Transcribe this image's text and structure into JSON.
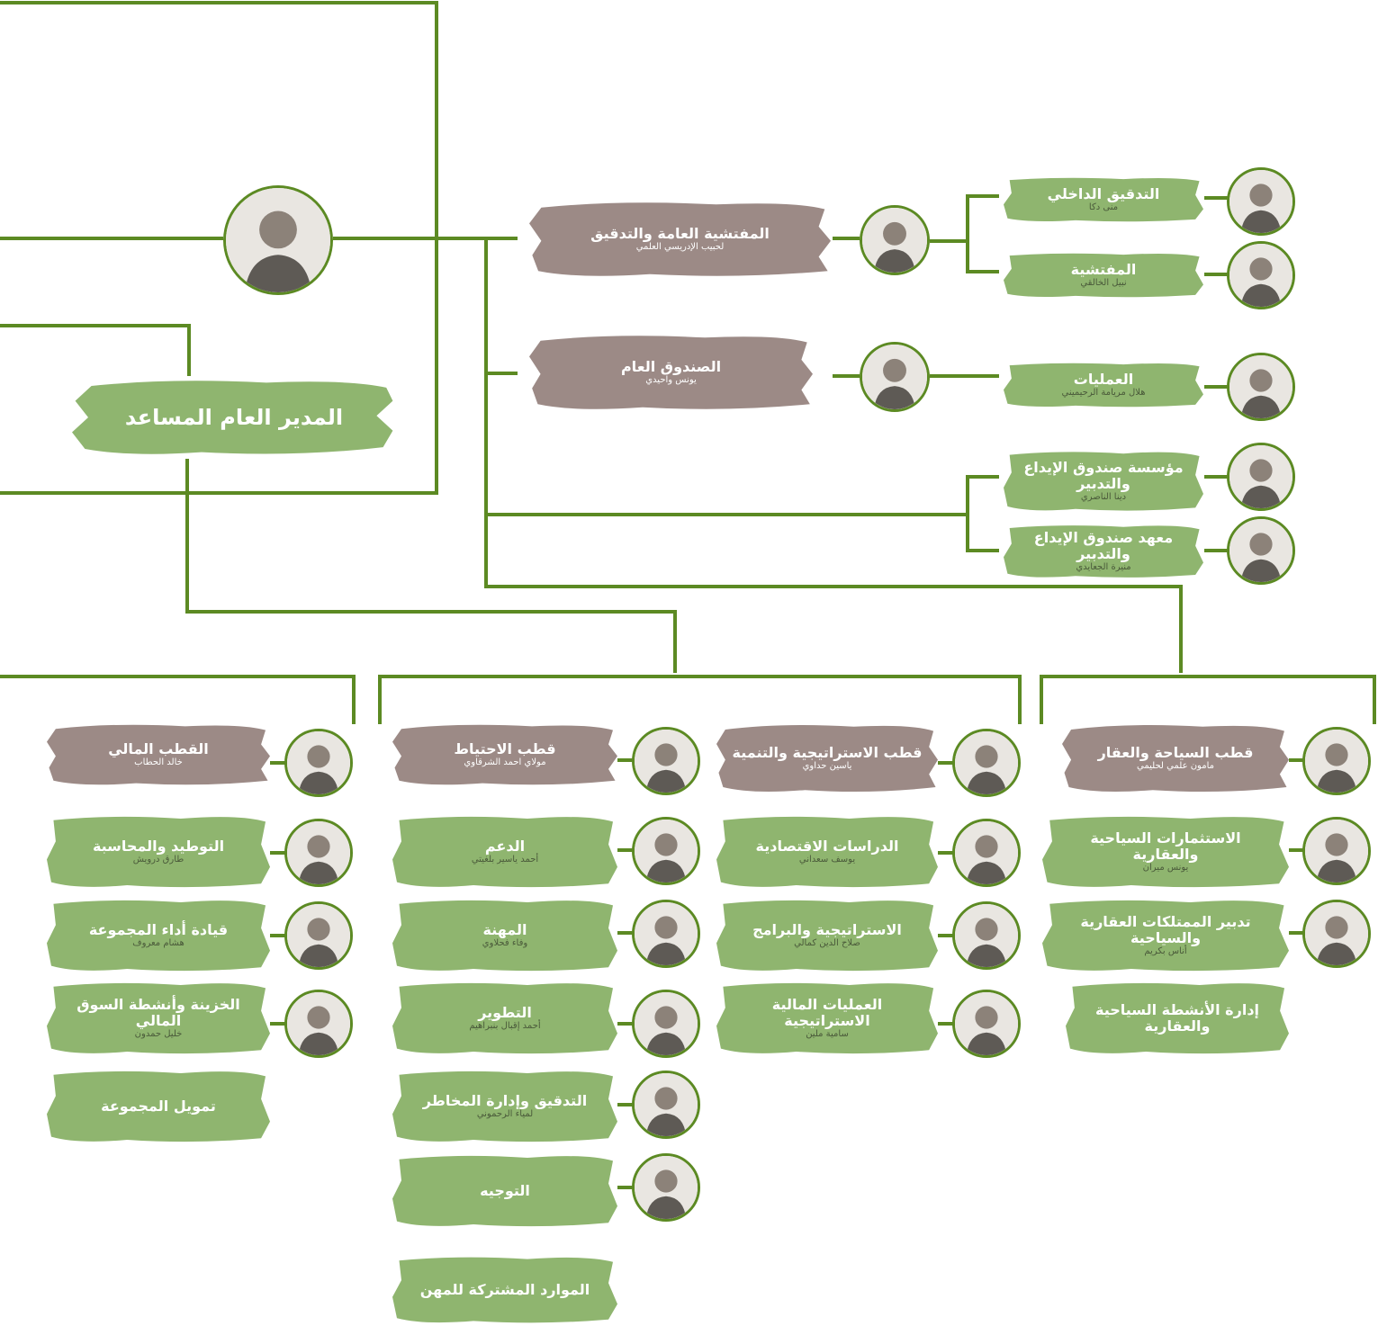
{
  "colors": {
    "line": "#5c8a23",
    "green_brush": "#8fb56f",
    "brown_brush": "#9c8a86",
    "ring": "#5c8a23"
  },
  "assistant_gm": {
    "title": "المدير العام المساعد"
  },
  "inspection": {
    "title": "المفتشية العامة والتدقيق",
    "name": "لحبيب الإدريسي العلمي"
  },
  "general_fund": {
    "title": "الصندوق العام",
    "name": "يونس واحيدي"
  },
  "internal_audit": {
    "title": "التدقيق الداخلي",
    "name": "منى دكا"
  },
  "inspectorate": {
    "title": "المفتشية",
    "name": "نبيل الخالقي"
  },
  "operations": {
    "title": "العمليات",
    "name": "هلال مريامة الرحيميني"
  },
  "cdg_foundation": {
    "title": "مؤسسة صندوق الإيداع والتدبير",
    "name": "دينا الناصري"
  },
  "cdg_institute": {
    "title": "معهد صندوق الإيداع والتدبير",
    "name": "منيرة الجعايدي"
  },
  "finance": {
    "head": {
      "title": "القطب المالي",
      "name": "خالد الحطاب"
    },
    "consolidation": {
      "title": "التوطيد والمحاسبة",
      "name": "طارق درويش"
    },
    "group_performance": {
      "title": "قيادة أداء المجموعة",
      "name": "هشام معروف"
    },
    "treasury": {
      "title": "الخزينة وأنشطة السوق المالي",
      "name": "خليل حمدون"
    },
    "group_financing": {
      "title": "تمويل المجموعة"
    }
  },
  "reserve": {
    "head": {
      "title": "قطب الاحتياط",
      "name": "مولاي احمد الشرقاوي"
    },
    "support": {
      "title": "الدعم",
      "name": "أحمد ياسير بلغيتي"
    },
    "profession": {
      "title": "المهنة",
      "name": "وفاء فحلاوي"
    },
    "development": {
      "title": "التطوير",
      "name": "أحمد إقبال بنبراهيم"
    },
    "audit_risk": {
      "title": "التدقيق وإدارة المخاطر",
      "name": "لمياء الرحموني"
    },
    "guidance": {
      "title": "التوجيه"
    },
    "shared_resources": {
      "title": "الموارد المشتركة للمهن"
    }
  },
  "strategy": {
    "head": {
      "title": "قطب الاستراتيجية والتنمية",
      "name": "ياسين حداوي"
    },
    "economic_studies": {
      "title": "الدراسات الاقتصادية",
      "name": "يوسف سعداني"
    },
    "strategy_programs": {
      "title": "الاستراتيجية والبرامج",
      "name": "صلاح الدين كمالي"
    },
    "strategic_financial_ops": {
      "title": "العمليات المالية الاستراتيجية",
      "name": "سامية ملين"
    }
  },
  "tourism": {
    "head": {
      "title": "قطب السياحة والعقار",
      "name": "مامون علمي لحليمي"
    },
    "investments": {
      "title": "الاستثمارات السياحية والعقارية",
      "name": "يونس ميران"
    },
    "property_mgmt": {
      "title": "تدبير الممتلكات العقارية والسياحية",
      "name": "أناس بكريم"
    },
    "activities_mgmt": {
      "title": "إدارة الأنشطة السياحية والعقارية"
    }
  }
}
